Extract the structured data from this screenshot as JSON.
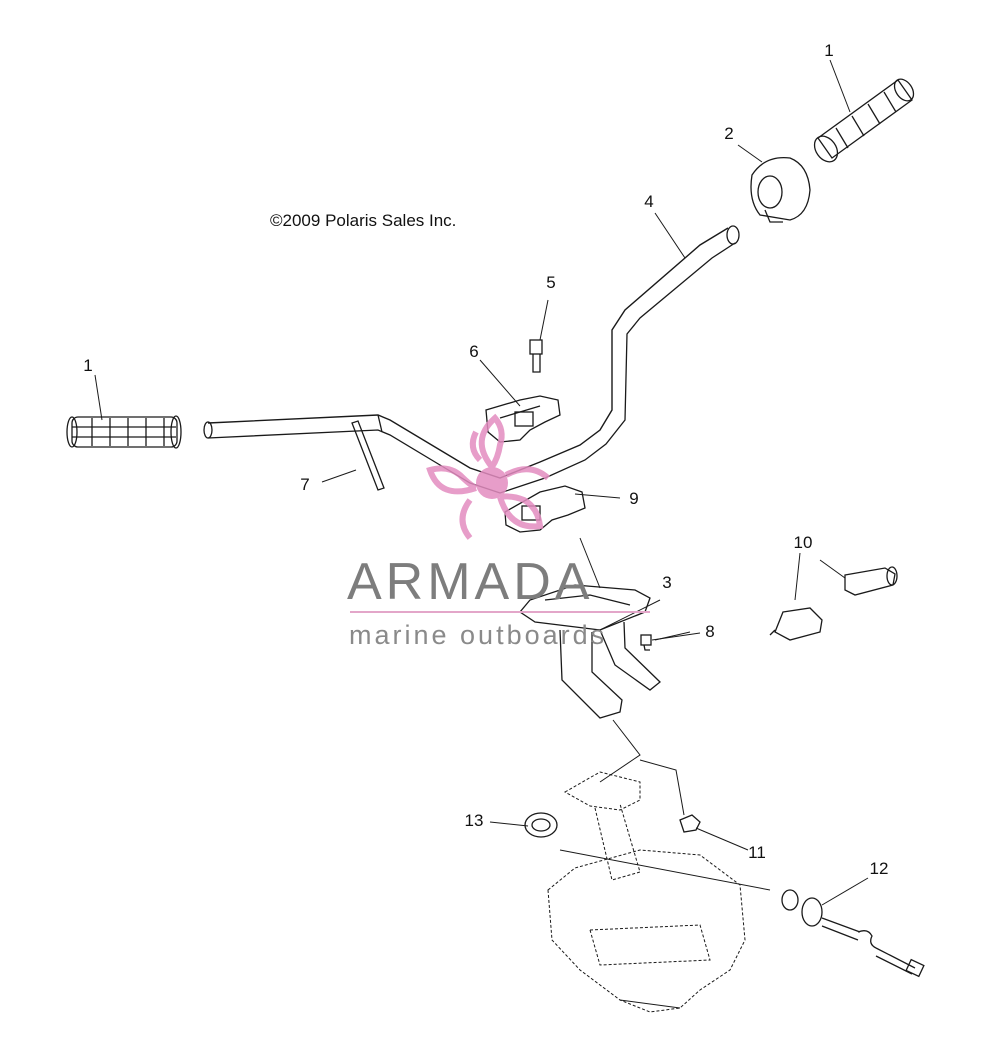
{
  "copyright": "©2009 Polaris Sales Inc.",
  "watermark": {
    "brand": "ARMADA",
    "tagline": "marine outboards",
    "accent_color": "#e38cc0",
    "text_color": "#808080",
    "logo_icon": "propeller-icon"
  },
  "callouts": [
    "1",
    "1",
    "2",
    "3",
    "4",
    "5",
    "6",
    "7",
    "8",
    "9",
    "10",
    "11",
    "12",
    "13"
  ],
  "line_color": "#1a1a1a"
}
